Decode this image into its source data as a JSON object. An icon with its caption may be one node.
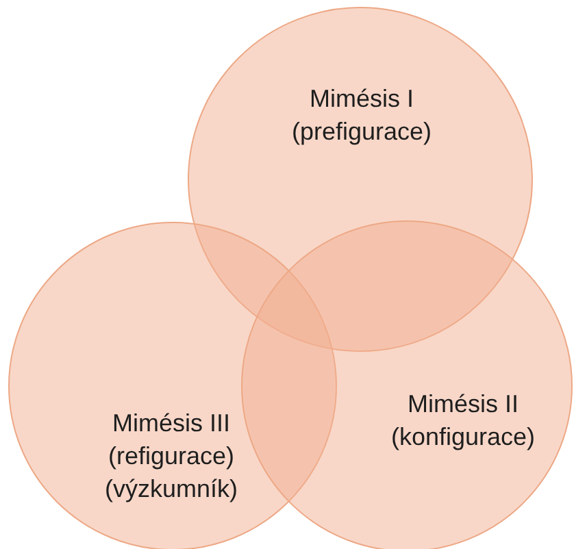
{
  "diagram": {
    "nodes": [
      {
        "text": [
          "Mimésis I (prefigurace)"
        ]
      },
      {
        "text": [
          "Mimésis III (refigurace) (výzkumník)"
        ]
      },
      {
        "text": [
          "Mimésis II (konfigurace)"
        ]
      }
    ]
  }
}
